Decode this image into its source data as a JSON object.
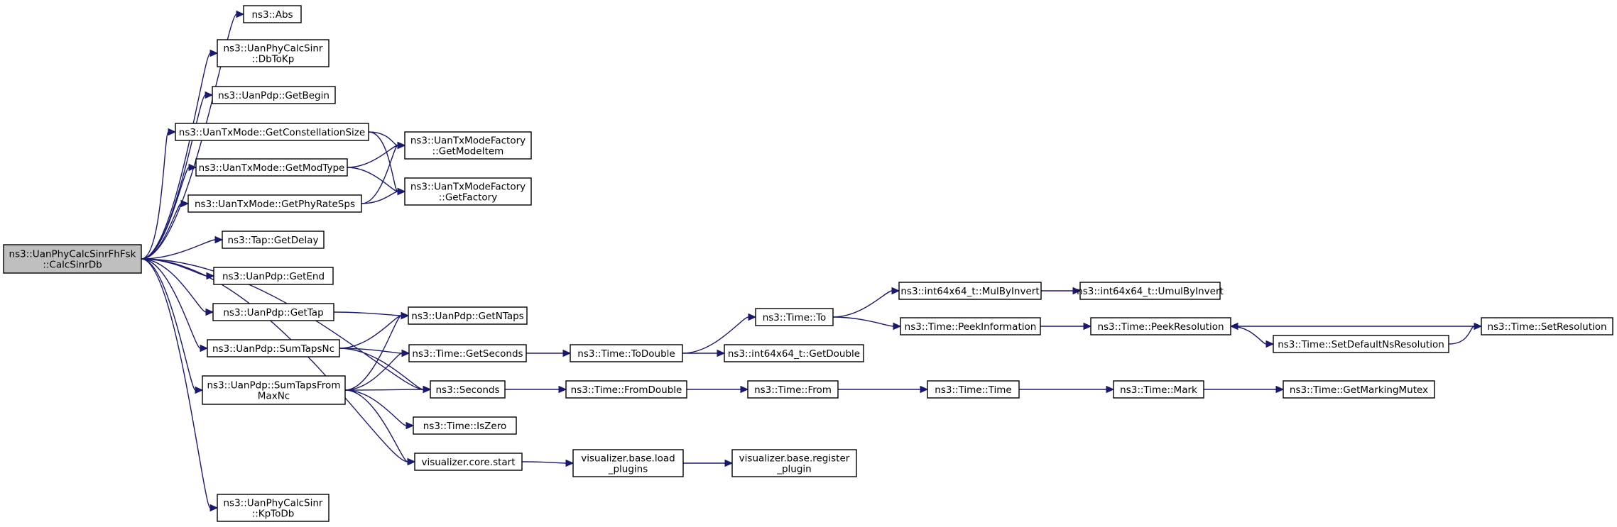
{
  "nodes": [
    {
      "id": "n0",
      "lines": [
        "ns3::UanPhyCalcSinrFhFsk",
        "::CalcSinrDb"
      ],
      "root": true
    },
    {
      "id": "n1",
      "lines": [
        "ns3::Abs"
      ]
    },
    {
      "id": "n2",
      "lines": [
        "ns3::UanPhyCalcSinr",
        "::DbToKp"
      ]
    },
    {
      "id": "n3",
      "lines": [
        "ns3::UanPdp::GetBegin"
      ]
    },
    {
      "id": "n4",
      "lines": [
        "ns3::UanTxMode::GetConstellationSize"
      ]
    },
    {
      "id": "n5",
      "lines": [
        "ns3::UanTxMode::GetModType"
      ]
    },
    {
      "id": "n6",
      "lines": [
        "ns3::UanTxMode::GetPhyRateSps"
      ]
    },
    {
      "id": "n7",
      "lines": [
        "ns3::UanTxModeFactory",
        "::GetModeItem"
      ]
    },
    {
      "id": "n8",
      "lines": [
        "ns3::UanTxModeFactory",
        "::GetFactory"
      ]
    },
    {
      "id": "n9",
      "lines": [
        "ns3::Tap::GetDelay"
      ]
    },
    {
      "id": "n10",
      "lines": [
        "ns3::UanPdp::GetEnd"
      ]
    },
    {
      "id": "n11",
      "lines": [
        "ns3::UanPdp::GetTap"
      ]
    },
    {
      "id": "n12",
      "lines": [
        "ns3::UanPdp::GetNTaps"
      ]
    },
    {
      "id": "n13",
      "lines": [
        "ns3::UanPdp::SumTapsNc"
      ]
    },
    {
      "id": "n14",
      "lines": [
        "ns3::UanPdp::SumTapsFrom",
        "MaxNc"
      ]
    },
    {
      "id": "n15",
      "lines": [
        "ns3::Time::GetSeconds"
      ]
    },
    {
      "id": "n16",
      "lines": [
        "ns3::Seconds"
      ]
    },
    {
      "id": "n17",
      "lines": [
        "ns3::Time::IsZero"
      ]
    },
    {
      "id": "n18",
      "lines": [
        "visualizer.core.start"
      ]
    },
    {
      "id": "n19",
      "lines": [
        "ns3::UanPhyCalcSinr",
        "::KpToDb"
      ]
    },
    {
      "id": "n20",
      "lines": [
        "ns3::Time::ToDouble"
      ]
    },
    {
      "id": "n21",
      "lines": [
        "ns3::Time::To"
      ]
    },
    {
      "id": "n22",
      "lines": [
        "ns3::int64x64_t::GetDouble"
      ]
    },
    {
      "id": "n23",
      "lines": [
        "ns3::int64x64_t::MulByInvert"
      ]
    },
    {
      "id": "n24",
      "lines": [
        "ns3::int64x64_t::UmulByInvert"
      ]
    },
    {
      "id": "n25",
      "lines": [
        "ns3::Time::PeekInformation"
      ]
    },
    {
      "id": "n26",
      "lines": [
        "ns3::Time::PeekResolution"
      ]
    },
    {
      "id": "n27",
      "lines": [
        "ns3::Time::SetDefaultNsResolution"
      ]
    },
    {
      "id": "n28",
      "lines": [
        "ns3::Time::SetResolution"
      ]
    },
    {
      "id": "n29",
      "lines": [
        "ns3::Time::FromDouble"
      ]
    },
    {
      "id": "n30",
      "lines": [
        "ns3::Time::From"
      ]
    },
    {
      "id": "n31",
      "lines": [
        "ns3::Time::Time"
      ]
    },
    {
      "id": "n32",
      "lines": [
        "ns3::Time::Mark"
      ]
    },
    {
      "id": "n33",
      "lines": [
        "ns3::Time::GetMarkingMutex"
      ]
    },
    {
      "id": "n34",
      "lines": [
        "visualizer.base.load",
        "_plugins"
      ]
    },
    {
      "id": "n35",
      "lines": [
        "visualizer.base.register",
        "_plugin"
      ]
    }
  ],
  "edges": [
    [
      "n0",
      "n1"
    ],
    [
      "n0",
      "n2"
    ],
    [
      "n0",
      "n3"
    ],
    [
      "n0",
      "n4"
    ],
    [
      "n0",
      "n5"
    ],
    [
      "n0",
      "n6"
    ],
    [
      "n0",
      "n9"
    ],
    [
      "n0",
      "n10"
    ],
    [
      "n0",
      "n11"
    ],
    [
      "n0",
      "n13"
    ],
    [
      "n0",
      "n14"
    ],
    [
      "n0",
      "n16"
    ],
    [
      "n0",
      "n18"
    ],
    [
      "n0",
      "n19"
    ],
    [
      "n4",
      "n7"
    ],
    [
      "n4",
      "n8"
    ],
    [
      "n5",
      "n7"
    ],
    [
      "n5",
      "n8"
    ],
    [
      "n6",
      "n7"
    ],
    [
      "n6",
      "n8"
    ],
    [
      "n11",
      "n12"
    ],
    [
      "n13",
      "n12"
    ],
    [
      "n13",
      "n15"
    ],
    [
      "n13",
      "n16"
    ],
    [
      "n14",
      "n12"
    ],
    [
      "n14",
      "n15"
    ],
    [
      "n14",
      "n16"
    ],
    [
      "n14",
      "n17"
    ],
    [
      "n14",
      "n18"
    ],
    [
      "n15",
      "n20"
    ],
    [
      "n20",
      "n21"
    ],
    [
      "n20",
      "n22"
    ],
    [
      "n21",
      "n23"
    ],
    [
      "n21",
      "n25"
    ],
    [
      "n23",
      "n24"
    ],
    [
      "n25",
      "n26"
    ],
    [
      "n26",
      "n27"
    ],
    [
      "n27",
      "n28"
    ],
    [
      "n28",
      "n26"
    ],
    [
      "n16",
      "n29"
    ],
    [
      "n29",
      "n30"
    ],
    [
      "n30",
      "n31"
    ],
    [
      "n31",
      "n32"
    ],
    [
      "n32",
      "n33"
    ],
    [
      "n18",
      "n34"
    ],
    [
      "n34",
      "n35"
    ]
  ],
  "colors": {
    "edge": "#191970",
    "root_fill": "#bfbfbf",
    "node_fill": "#ffffff",
    "node_stroke": "#000000"
  }
}
